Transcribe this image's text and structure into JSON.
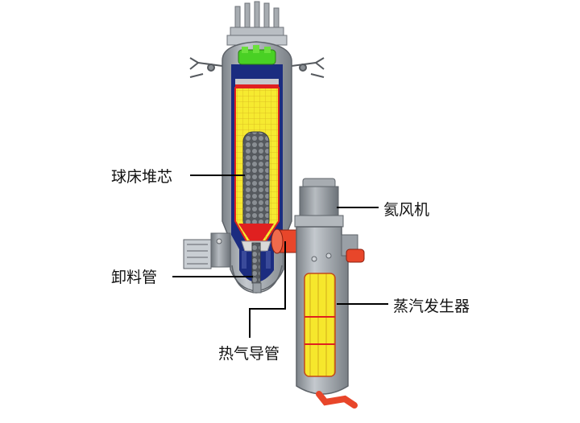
{
  "labels": {
    "pebble_bed_core": "球床堆芯",
    "helium_blower": "氦风机",
    "fuel_discharge_pipe": "卸料管",
    "steam_generator": "蒸汽发生器",
    "hot_gas_duct": "热气导管"
  },
  "colors": {
    "vessel_gray": "#9aa0a6",
    "vessel_dark": "#6e747a",
    "insulation_navy": "#1a2a7a",
    "core_yellow": "#f2e62e",
    "reflector_red": "#e02020",
    "pebble_gray": "#5a5e63",
    "control_green": "#49d024",
    "duct_orange": "#e8462a"
  }
}
